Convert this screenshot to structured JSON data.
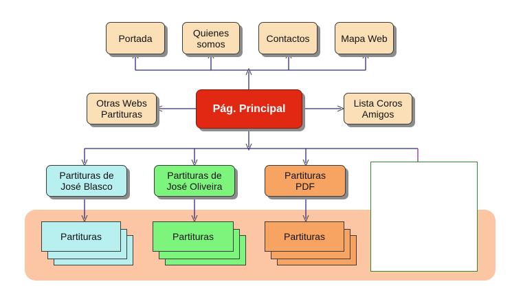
{
  "top_nodes": {
    "portada": "Portada",
    "quienes_somos": "Quienes\nsomos",
    "contactos": "Contactos",
    "mapa_web": "Mapa Web"
  },
  "main_node": "Pág. Principal",
  "side_nodes": {
    "otras_webs": "Otras Webs\nPartituras",
    "lista_coros": "Lista Coros\nAmigos"
  },
  "branch_nodes": {
    "jose_blasco": "Partituras de\nJosé Blasco",
    "jose_oliveira": "Partituras de\nJosé Oliveira",
    "pdf": "Partituras\nPDF"
  },
  "stack_nodes": {
    "blasco": "Partituras",
    "oliveira": "Partituras",
    "pdf": "Partituras"
  },
  "colors": {
    "tan": "#fbe0b7",
    "main": "#e02812",
    "cyan": "#b8efef",
    "green": "#7df57d",
    "orange": "#f7a462",
    "band": "#fcc5a4",
    "connector": "#2b2b8c"
  }
}
